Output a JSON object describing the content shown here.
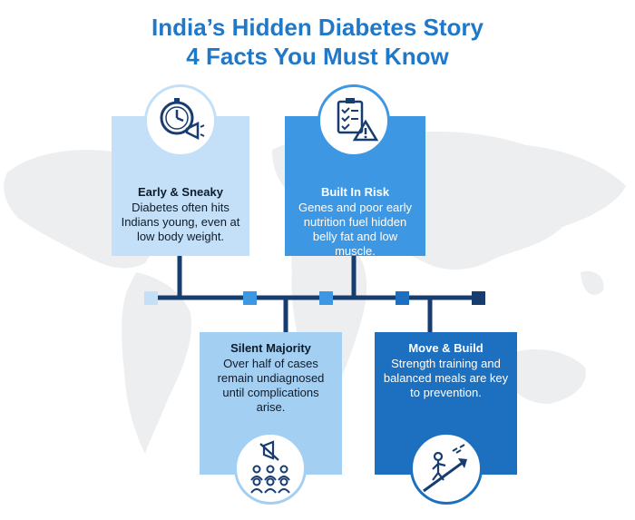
{
  "title": {
    "line1": "India’s Hidden Diabetes Story",
    "line2": "4 Facts You Must Know"
  },
  "colors": {
    "title": "#1f78c8",
    "card1": "#c3e0f8",
    "card2": "#3d97e3",
    "card3": "#a3cff3",
    "card4": "#1c70bf",
    "line": "#173c70",
    "map": "#eceef0"
  },
  "cards": [
    {
      "heading": "Early & Sneaky",
      "body": "Diabetes often hits Indians young, even at low body weight.",
      "icon": "clock-megaphone-icon"
    },
    {
      "heading": "Built In Risk",
      "body": "Genes and poor early nutrition fuel hidden belly fat and low muscle.",
      "icon": "checklist-warning-icon"
    },
    {
      "heading": "Silent Majority",
      "body": "Over half of cases remain undiagnosed until complications arise.",
      "icon": "muted-audience-icon"
    },
    {
      "heading": "Move & Build",
      "body": "Strength training and balanced meals are key to prevention.",
      "icon": "climbing-arrow-icon"
    }
  ]
}
